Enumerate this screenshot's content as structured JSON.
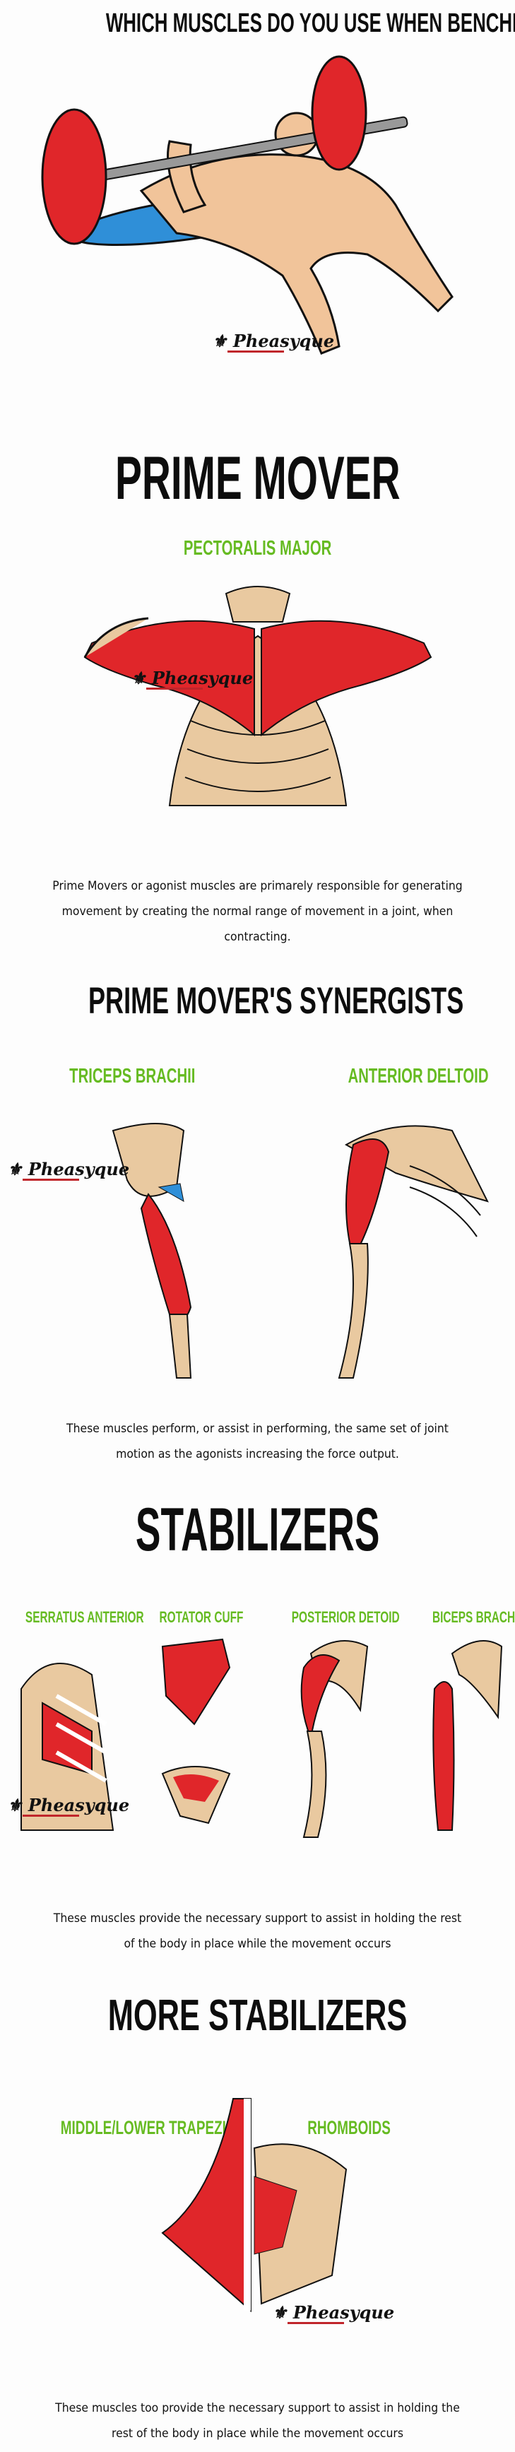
{
  "title": "WHICH MUSCLES DO YOU USE WHEN BENCHING?",
  "brand": "Pheasyque",
  "accent_color": "#66bb22",
  "muscle_color": "#e0262a",
  "sections": {
    "prime_mover": {
      "heading": "PRIME MOVER",
      "muscles": [
        "PECTORALIS MAJOR"
      ],
      "description": "Prime Movers or agonist muscles are primarely responsible for generating movement by creating the normal range of movement in a joint, when contracting."
    },
    "synergists": {
      "heading": "PRIME MOVER'S SYNERGISTS",
      "muscles": [
        "TRICEPS BRACHII",
        "ANTERIOR DELTOID"
      ],
      "description": "These muscles perform, or assist in performing, the same set of joint motion as the agonists increasing the force output."
    },
    "stabilizers": {
      "heading": "STABILIZERS",
      "muscles": [
        "SERRATUS ANTERIOR",
        "ROTATOR CUFF",
        "POSTERIOR DETOID",
        "BICEPS BRACHII"
      ],
      "description": "These muscles provide the necessary support to assist in holding the rest of the body in place while the movement occurs"
    },
    "more_stabilizers": {
      "heading": "MORE STABILIZERS",
      "muscles": [
        "MIDDLE/LOWER TRAPEZIUS",
        "RHOMBOIDS"
      ],
      "description": "These muscles too provide the necessary support to assist in holding the rest of the body in place while the movement occurs"
    }
  }
}
